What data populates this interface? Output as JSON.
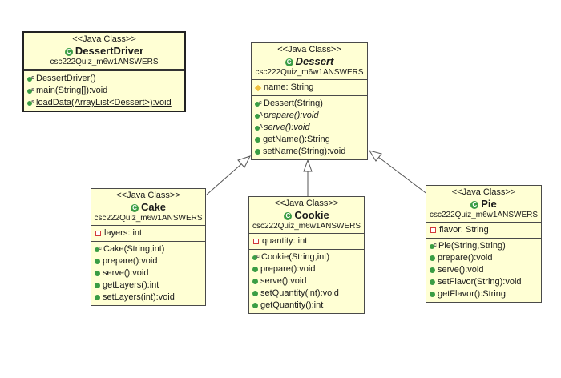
{
  "stereotype": "<<Java Class>>",
  "package": "csc222Quiz_m6w1ANSWERS",
  "classes": {
    "driver": {
      "name": "DessertDriver",
      "methods": [
        "DessertDriver()",
        "main(String[]):void",
        "loadData(ArrayList<Dessert>):void"
      ]
    },
    "dessert": {
      "name": "Dessert",
      "fields": [
        "name: String"
      ],
      "methods": [
        "Dessert(String)",
        "prepare():void",
        "serve():void",
        "getName():String",
        "setName(String):void"
      ]
    },
    "cake": {
      "name": "Cake",
      "fields": [
        "layers: int"
      ],
      "methods": [
        "Cake(String,int)",
        "prepare():void",
        "serve():void",
        "getLayers():int",
        "setLayers(int):void"
      ]
    },
    "cookie": {
      "name": "Cookie",
      "fields": [
        "quantity: int"
      ],
      "methods": [
        "Cookie(String,int)",
        "prepare():void",
        "serve():void",
        "setQuantity(int):void",
        "getQuantity():int"
      ]
    },
    "pie": {
      "name": "Pie",
      "fields": [
        "flavor: String"
      ],
      "methods": [
        "Pie(String,String)",
        "prepare():void",
        "serve():void",
        "setFlavor(String):void",
        "getFlavor():String"
      ]
    }
  },
  "colors": {
    "class_fill": "#ffffd4",
    "border": "#4a4a4a",
    "public_icon": "#3a9d44",
    "private_icon": "#d23a3a"
  }
}
